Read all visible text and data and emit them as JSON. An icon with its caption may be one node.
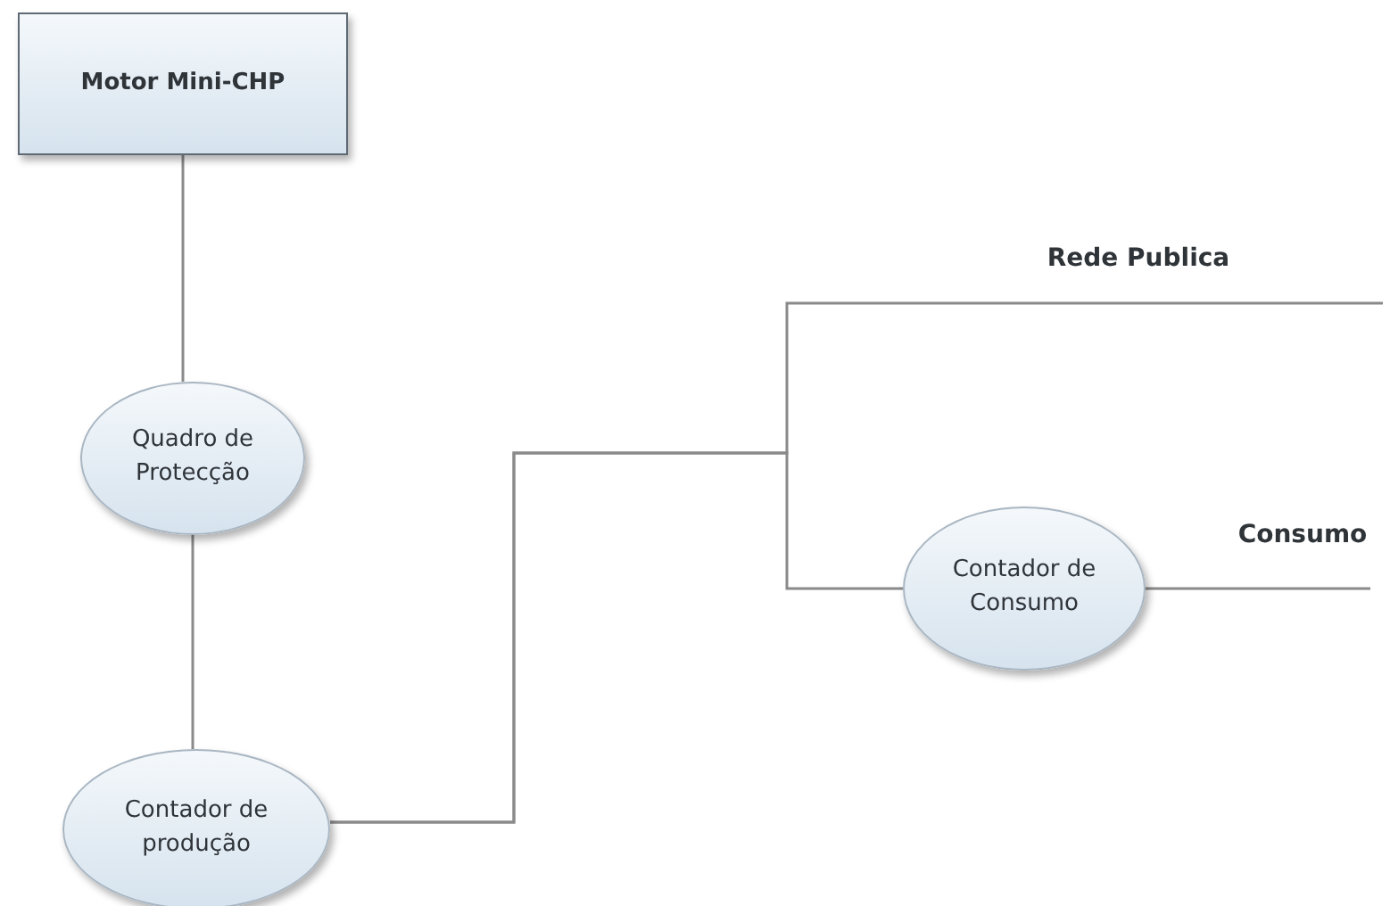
{
  "diagram": {
    "nodes": [
      {
        "text": [
          "Motor Mini-CHP"
        ]
      },
      {
        "text": [
          "Quadro de Protecção"
        ]
      },
      {
        "text": [
          "Contador de produção"
        ]
      },
      {
        "text": [
          "Contador de Consumo"
        ]
      }
    ],
    "edges": [
      {
        "from": 0,
        "to": 1,
        "arrow": "none"
      },
      {
        "from": 1,
        "to": 2,
        "arrow": "none"
      },
      {
        "from": 2,
        "to": null,
        "arrow": "none",
        "label": "Rede Publica"
      },
      {
        "from": 2,
        "to": 3,
        "arrow": "none"
      },
      {
        "from": 3,
        "to": null,
        "arrow": "none",
        "label": "Consumo"
      }
    ]
  }
}
